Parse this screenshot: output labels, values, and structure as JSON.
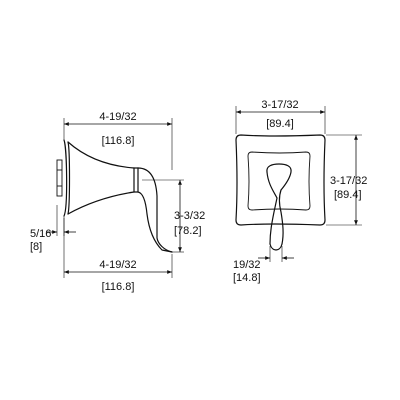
{
  "side_view": {
    "top_width": {
      "imperial": "4-19/32",
      "metric": "[116.8]"
    },
    "bottom_width": {
      "imperial": "4-19/32",
      "metric": "[116.8]"
    },
    "drop_height": {
      "imperial": "3-3/32",
      "metric": "[78.2]"
    },
    "flange_offset": {
      "imperial": "5/16",
      "metric": "[8]"
    }
  },
  "front_view": {
    "plate_width": {
      "imperial": "3-17/32",
      "metric": "[89.4]"
    },
    "plate_height": {
      "imperial": "3-17/32",
      "metric": "[89.4]"
    },
    "handle_width": {
      "imperial": "19/32",
      "metric": "[14.8]"
    }
  },
  "colors": {
    "line": "#111111",
    "background": "#ffffff"
  }
}
